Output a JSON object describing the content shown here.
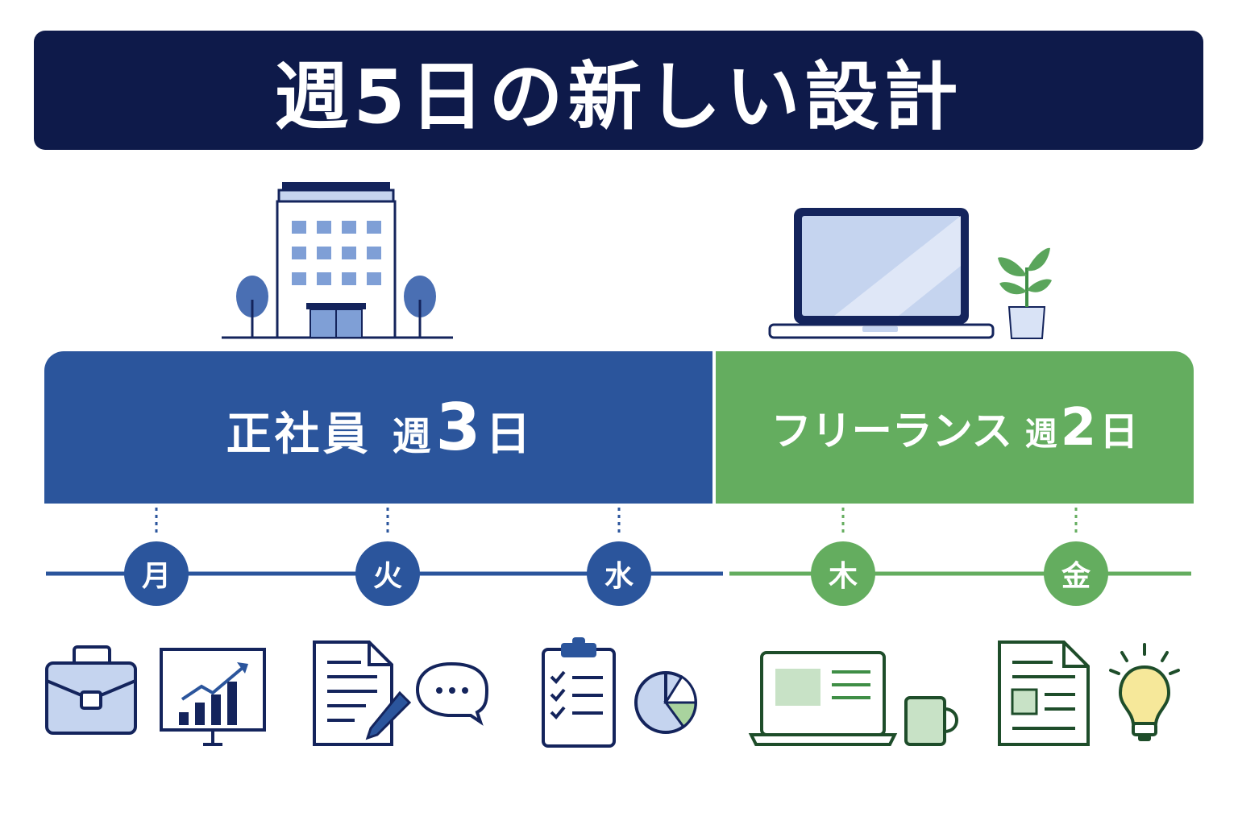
{
  "title": "週5日の新しい設計",
  "employee_band": {
    "label": "正社員",
    "week": "週",
    "count": "3",
    "unit": "日"
  },
  "freelance_band": {
    "label": "フリーランス",
    "week": "週",
    "count": "2",
    "unit": "日"
  },
  "days": [
    "月",
    "火",
    "水",
    "木",
    "金"
  ],
  "colors": {
    "navy": "#0e1a4a",
    "blue": "#2b559c",
    "green": "#64ad5f",
    "light_blue": "#c5d4ef",
    "light_green": "#c8e2c6"
  },
  "icons": {
    "office": "office-building-icon",
    "remote": "laptop-with-plant-icon",
    "monday": [
      "briefcase-icon",
      "growth-chart-board-icon"
    ],
    "tuesday": [
      "document-pen-icon",
      "speech-bubble-icon"
    ],
    "wednesday": [
      "checklist-clipboard-icon",
      "pie-chart-icon"
    ],
    "thursday": [
      "laptop-icon",
      "mug-icon"
    ],
    "friday": [
      "newsletter-document-icon",
      "lightbulb-icon"
    ]
  }
}
